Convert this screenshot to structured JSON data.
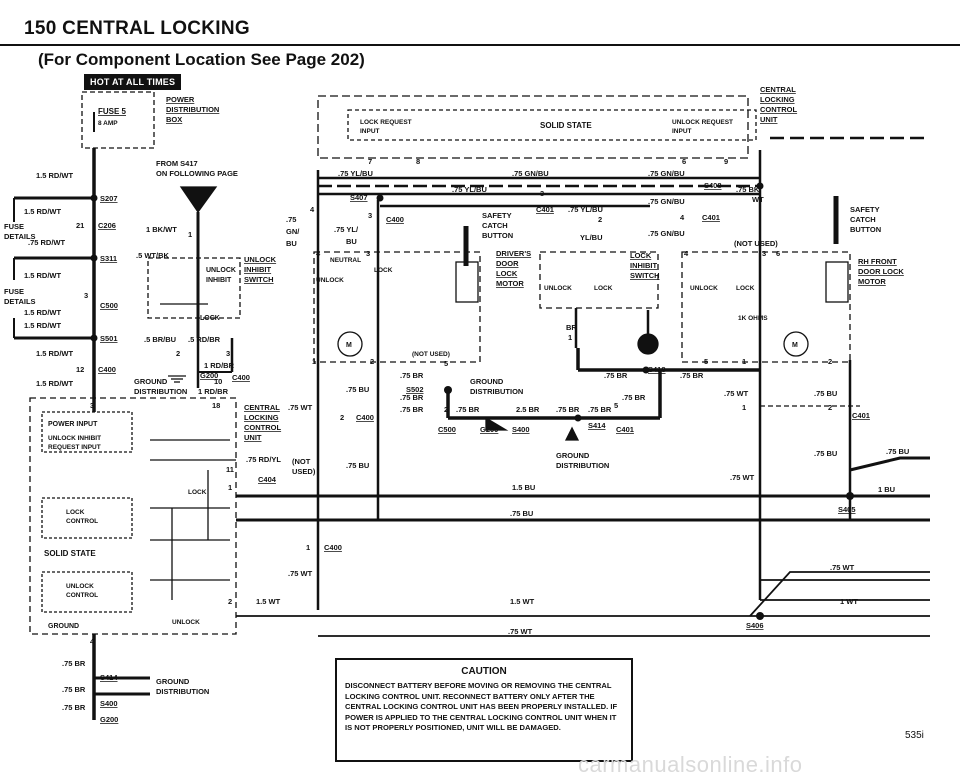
{
  "header": {
    "title": "150   CENTRAL LOCKING",
    "subtitle": "(For Component Location See Page 202)",
    "hot_badge": "HOT AT ALL TIMES",
    "page_number": "535i"
  },
  "fuse_box": {
    "fuse_label": "FUSE 5",
    "amp_label": "8 AMP",
    "distribution_box": [
      "POWER",
      "DISTRIBUTION",
      "BOX"
    ]
  },
  "left_labels": {
    "w15rdwt_a": "1.5 RD/WT",
    "from_s417": [
      "FROM S417",
      "ON FOLLOWING PAGE"
    ],
    "s207": "S207",
    "w15rdwt_b": "1.5 RD/WT",
    "fuse_details_1": [
      "FUSE",
      "DETAILS"
    ],
    "c206": "C206",
    "pin21": "21",
    "w75rdwt": ".75 RD/WT",
    "s311": "S311",
    "w15rdwt_c": "1.5 RD/WT",
    "fuse_details_2": [
      "FUSE",
      "DETAILS"
    ],
    "pin3": "3",
    "c500": "C500",
    "w15rdwt_d": "1.5 RD/WT",
    "w15rdwt_e": "1.5 RD/WT",
    "s501": "S501",
    "w15rdwt_f": "1.5 RD/WT",
    "pin12": "12",
    "c400": "C400",
    "w15rdwt_g": "1.5 RD/WT",
    "w1bkwt": "1 BK/WT",
    "pin1": "1",
    "w5wtbk": ".5 WT/BK",
    "pin2": "2",
    "w5brbu": ".5 BR/BU",
    "w5rdbr": ".5 RD/BR",
    "pin3b": "3",
    "w1rdbr_a": "1 RD/BR",
    "g200": "G200",
    "pin10": "10",
    "c400b": "C400",
    "ground_dist": [
      "GROUND",
      "DISTRIBUTION"
    ],
    "w1rdbr_b": "1 RD/BR"
  },
  "inhibit_switch": {
    "unlock": "UNLOCK",
    "inhibit": "INHIBIT",
    "lock": "LOCK",
    "side_label": [
      "UNLOCK",
      "INHIBIT",
      "SWITCH"
    ]
  },
  "left_unit": {
    "pin3": "3",
    "pin18": "18",
    "power_input": "POWER INPUT",
    "unlock_inhibit": [
      "UNLOCK INHIBIT",
      "REQUEST INPUT"
    ],
    "lock_control": [
      "LOCK",
      "CONTROL"
    ],
    "solid_state": "SOLID STATE",
    "unlock_control": [
      "UNLOCK",
      "CONTROL"
    ],
    "ground": "GROUND",
    "unlock": "UNLOCK",
    "lock": "LOCK",
    "pin4": "4",
    "pin11": "11",
    "pin1": "1",
    "pin2": "2",
    "side_label": [
      "CENTRAL",
      "LOCKING",
      "CONTROL",
      "UNIT"
    ],
    "w75wt": ".75 WT",
    "w75rdyl": ".75 RD/YL",
    "not_used": [
      "(NOT",
      "USED)"
    ],
    "c404": "C404"
  },
  "bottom_left": {
    "w75br_a": ".75 BR",
    "s414": "S414",
    "w75br_b": ".75 BR",
    "ground_dist": [
      "GROUND",
      "DISTRIBUTION"
    ],
    "s400": "S400",
    "w75br_c": ".75 BR",
    "g200": "G200"
  },
  "top_unit": {
    "side_label": [
      "CENTRAL",
      "LOCKING",
      "CONTROL",
      "UNIT"
    ],
    "lock_request": [
      "LOCK REQUEST",
      "INPUT"
    ],
    "solid_state": "SOLID STATE",
    "unlock_request": [
      "UNLOCK REQUEST",
      "INPUT"
    ],
    "pins": [
      "7",
      "8",
      "6",
      "9"
    ]
  },
  "mid_wires": {
    "w75ylbu": ".75 YL/BU",
    "w75gnbu_a": ".75 GN/BU",
    "w75gnbu_b": ".75 GN/BU",
    "s407": "S407",
    "w75ylbu_b": ".75 YL/BU",
    "pin3": "3",
    "s408": "S408",
    "w75bkwt": [
      ".75 BK/",
      "WT"
    ],
    "w75gnbu_c": ".75 GN/BU",
    "c401": "C401",
    "w75ylbu_c": ".75 YL/BU",
    "c400": "C400",
    "pin4": "4",
    "pin3b": "3",
    "w75gnbu_left": [
      ".75",
      "GN/",
      "BU"
    ],
    "w75ylbu_left": [
      ".75 YL/",
      "BU"
    ],
    "pin2": "2",
    "pin4b": "4",
    "c401b": "C401",
    "ylbu": "YL/BU",
    "w75gnbu_d": ".75 GN/BU",
    "not_used": "(NOT USED)"
  },
  "safety_catch_left": [
    "SAFETY",
    "CATCH",
    "BUTTON"
  ],
  "safety_catch_right": [
    "SAFETY",
    "CATCH",
    "BUTTON"
  ],
  "driver_motor": {
    "neutral": "NEUTRAL",
    "lock": "LOCK",
    "unlock": "UNLOCK",
    "label": [
      "DRIVER'S",
      "DOOR",
      "LOCK",
      "MOTOR"
    ],
    "m": "M",
    "pin1": "1",
    "pin2": "2",
    "not_used": "(NOT USED)",
    "pin5": "5",
    "pin4": "4",
    "pin3": "3"
  },
  "lock_inhibit": {
    "unlock": "UNLOCK",
    "lock": "LOCK",
    "label": [
      "LOCK",
      "INHIBIT",
      "SWITCH"
    ],
    "br": "BR",
    "pin1": "1"
  },
  "rh_motor": {
    "unlock": "UNLOCK",
    "lock": "LOCK",
    "label": [
      "RH FRONT",
      "DOOR LOCK",
      "MOTOR"
    ],
    "ohms": "1K OHMS",
    "m": "M",
    "pin1": "1",
    "pin2": "2",
    "pin5": "5",
    "pin4": "4",
    "pin3": "3",
    "pin6": "6"
  },
  "ground_center": {
    "w75br_a": ".75 BR",
    "w75br_b": ".75 BR",
    "s502": "S502",
    "ground_dist": [
      "GROUND",
      "DISTRIBUTION"
    ],
    "w75bu_a": ".75 BU",
    "w75br_c": ".75 BR",
    "pin2": "2",
    "w75br_d": ".75 BR",
    "w25br": "2.5 BR",
    "w75br_e": ".75 BR",
    "w75br_f": ".75 BR",
    "pin5": "5",
    "w75br_g": ".75 BR",
    "c500": "C500",
    "g200": "G200",
    "s400": "S400",
    "s414": "S414",
    "c401": "C401",
    "ground_dist_b": [
      "GROUND",
      "DISTRIBUTION"
    ],
    "c400": "C400",
    "pin2b": "2",
    "w75bu_b": ".75 BU",
    "s418": "S418",
    "w75br_h": ".75 BR",
    "w75br_i": ".75 BR"
  },
  "right_wires": {
    "w75wt_a": ".75 WT",
    "w75bu_a": ".75 BU",
    "pin1": "1",
    "pin2": "2",
    "c401": "C401",
    "w75bu_b": ".75 BU",
    "w75bu_c": ".75 BU",
    "w75wt_b": ".75 WT",
    "w1bu": "1 BU",
    "s405": "S405",
    "w75wt_c": ".75 WT",
    "w1wt": "1 WT",
    "s406": "S406"
  },
  "bus_labels": {
    "w15bu": "1.5 BU",
    "w75bu": ".75 BU",
    "c400": "C400",
    "pin1": "1",
    "w75wt": ".75 WT",
    "w15wt_a": "1.5 WT",
    "w15wt_b": "1.5 WT",
    "w75wt_b": ".75 WT"
  },
  "caution": {
    "title": "CAUTION",
    "body": "DISCONNECT BATTERY BEFORE MOVING OR REMOVING THE CENTRAL LOCKING CONTROL UNIT. RECONNECT BATTERY ONLY AFTER THE CENTRAL LOCKING CONTROL UNIT HAS BEEN PROPERLY INSTALLED. IF POWER IS APPLIED TO THE CENTRAL LOCKING CONTROL UNIT WHEN IT IS NOT PROPERLY POSITIONED, UNIT WILL BE DAMAGED."
  },
  "watermark": "carmanualsonline.info"
}
